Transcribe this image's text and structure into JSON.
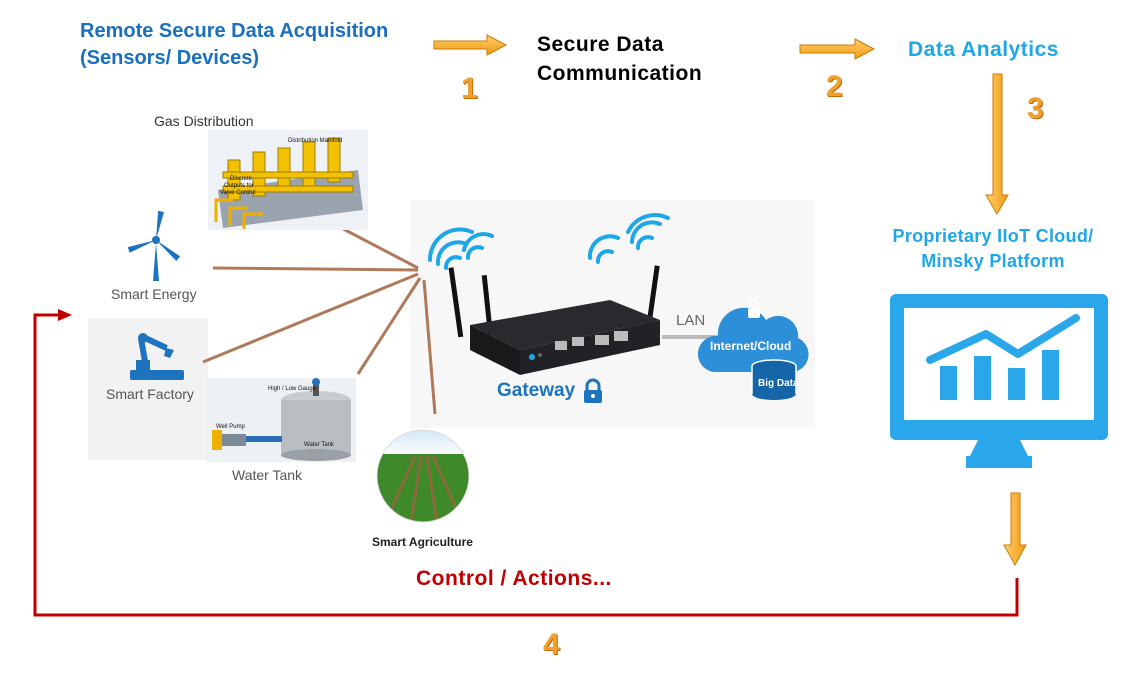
{
  "header": {
    "acquisition_line1": "Remote Secure Data Acquisition",
    "acquisition_line2": "(Sensors/ Devices)",
    "communication_line1": "Secure Data",
    "communication_line2": "Communication",
    "analytics": "Data Analytics",
    "cloud_line1": "Proprietary IIoT Cloud/",
    "cloud_line2": "Minsky Platform"
  },
  "steps": {
    "s1": "1",
    "s2": "2",
    "s3": "3",
    "s4": "4"
  },
  "devices": {
    "gas": "Gas Distribution",
    "gas_manifold": "Distribution Manifold",
    "gas_outputs_1": "Discrete",
    "gas_outputs_2": "Outputs for",
    "gas_outputs_3": "Valve Control",
    "energy": "Smart Energy",
    "factory": "Smart Factory",
    "water": "Water Tank",
    "water_gauge": "High / Low Gauge",
    "water_pump": "Well Pump",
    "water_tank_inner": "Water Tank",
    "agriculture": "Smart Agriculture"
  },
  "network": {
    "gateway": "Gateway",
    "lan": "LAN",
    "internet": "Internet/Cloud",
    "bigdata": "Big Data"
  },
  "feedback": {
    "control": "Control / Actions..."
  },
  "colors": {
    "arrow_orange": "#f5a623",
    "feedback_red": "#c00000",
    "cloud_blue": "#1ea7e8",
    "line_brown": "#b07a5a"
  }
}
